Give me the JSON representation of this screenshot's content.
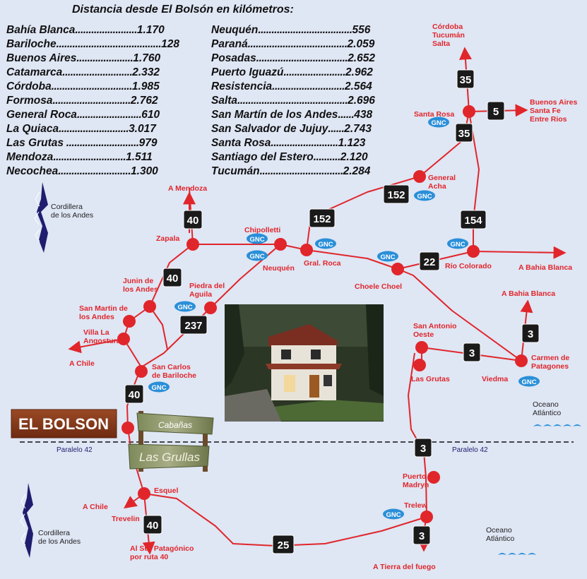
{
  "distance_table": {
    "title": "Distancia desde El Bolsón en kilómetros:",
    "left": [
      {
        "city": "Bahía Blanca",
        "km": "1.170"
      },
      {
        "city": "Bariloche",
        "km": "128"
      },
      {
        "city": "Buenos Aires",
        "km": "1.760"
      },
      {
        "city": "Catamarca",
        "km": "2.332"
      },
      {
        "city": "Córdoba",
        "km": "1.985"
      },
      {
        "city": "Formosa",
        "km": "2.762"
      },
      {
        "city": "General Roca",
        "km": "610"
      },
      {
        "city": "La Quiaca",
        "km": "3.017"
      },
      {
        "city": "Las Grutas",
        "km": "979"
      },
      {
        "city": "Mendoza",
        "km": "1.511"
      },
      {
        "city": "Necochea",
        "km": "1.300"
      }
    ],
    "right": [
      {
        "city": "Neuquén",
        "km": "556"
      },
      {
        "city": "Paraná",
        "km": "2.059"
      },
      {
        "city": "Posadas",
        "km": "2.652"
      },
      {
        "city": "Puerto Iguazú",
        "km": "2.962"
      },
      {
        "city": "Resistencia",
        "km": "2.564"
      },
      {
        "city": "Salta",
        "km": "2.696"
      },
      {
        "city": "San Martín de los Andes",
        "km": "438"
      },
      {
        "city": "San Salvador de Jujuy",
        "km": "2.743"
      },
      {
        "city": "Santa Rosa",
        "km": "1.123"
      },
      {
        "city": "Santiago del Estero",
        "km": "2.120"
      },
      {
        "city": "Tucumán",
        "km": "2.284"
      }
    ]
  },
  "mountains": {
    "top_label": [
      "Cordillera",
      "de los Andes"
    ],
    "bottom_label": [
      "Cordillera",
      "de los Andes"
    ]
  },
  "ocean": {
    "top_label": [
      "Oceano",
      "Atlántico"
    ],
    "bottom_label": [
      "Oceano",
      "Atlántico"
    ]
  },
  "parallel": {
    "left_label": "Paralelo 42",
    "right_label": "Paralelo 42"
  },
  "brand": {
    "main_sign": "EL BOLSON",
    "sign_top": "Cabañas",
    "sign_bottom": "Las Grullas"
  },
  "gnc_label": "GNC",
  "cities": [
    {
      "id": "santa-rosa",
      "lines": [
        "Santa Rosa"
      ]
    },
    {
      "id": "general-acha",
      "lines": [
        "General",
        "Acha"
      ]
    },
    {
      "id": "gral-roca",
      "lines": [
        "Gral. Roca"
      ]
    },
    {
      "id": "chipolletti",
      "lines": [
        "Chipolletti"
      ]
    },
    {
      "id": "neuquen",
      "lines": [
        "Neuquén"
      ]
    },
    {
      "id": "zapala",
      "lines": [
        "Zapala"
      ]
    },
    {
      "id": "junin",
      "lines": [
        "Junin de",
        "los Andes"
      ]
    },
    {
      "id": "san-martin",
      "lines": [
        "San Martin de",
        "los Andes"
      ]
    },
    {
      "id": "villa-la-angostura",
      "lines": [
        "Villa La",
        "Angostura"
      ]
    },
    {
      "id": "piedra-del-aguila",
      "lines": [
        "Piedra del",
        "Aguila"
      ]
    },
    {
      "id": "san-carlos-de-bariloche",
      "lines": [
        "San Carlos",
        "de Bariloche"
      ]
    },
    {
      "id": "choele-choel",
      "lines": [
        "Choele Choel"
      ]
    },
    {
      "id": "rio-colorado",
      "lines": [
        "Río Colorado"
      ]
    },
    {
      "id": "san-antonio-oeste",
      "lines": [
        "San Antonio",
        "Oeste"
      ]
    },
    {
      "id": "las-grutas",
      "lines": [
        "Las Grutas"
      ]
    },
    {
      "id": "viedma",
      "lines": [
        "Viedma"
      ]
    },
    {
      "id": "carmen-de-patagones",
      "lines": [
        "Carmen de",
        "Patagones"
      ]
    },
    {
      "id": "puerto-madryn",
      "lines": [
        "Puerto",
        "Madryn"
      ]
    },
    {
      "id": "trelew",
      "lines": [
        "Trelew"
      ]
    },
    {
      "id": "esquel",
      "lines": [
        "Esquel"
      ]
    },
    {
      "id": "trevelin",
      "lines": [
        "Trevelin"
      ]
    }
  ],
  "destinations": [
    {
      "id": "to-cordoba",
      "lines": [
        "Córdoba",
        "Tucumán",
        "Salta"
      ]
    },
    {
      "id": "to-buenos-aires",
      "lines": [
        "Buenos Aires",
        "Santa Fe",
        "Entre Rios"
      ]
    },
    {
      "id": "to-mendoza",
      "lines": [
        "A Mendoza"
      ]
    },
    {
      "id": "to-bahia-blanca-1",
      "lines": [
        "A Bahia Blanca"
      ]
    },
    {
      "id": "to-bahia-blanca-2",
      "lines": [
        "A Bahia Blanca"
      ]
    },
    {
      "id": "to-chile-1",
      "lines": [
        "A Chile"
      ]
    },
    {
      "id": "to-chile-2",
      "lines": [
        "A Chile"
      ]
    },
    {
      "id": "to-sur-patagonico",
      "lines": [
        "Al Sur Patagónico",
        "por ruta 40"
      ]
    },
    {
      "id": "to-tierra-del-fuego",
      "lines": [
        "A Tierra del fuego"
      ]
    }
  ],
  "routes": [
    {
      "id": "r35-top",
      "number": "35"
    },
    {
      "id": "r35-bottom",
      "number": "35"
    },
    {
      "id": "r5",
      "number": "5"
    },
    {
      "id": "r152-a",
      "number": "152"
    },
    {
      "id": "r152-b",
      "number": "152"
    },
    {
      "id": "r154",
      "number": "154"
    },
    {
      "id": "r22",
      "number": "22"
    },
    {
      "id": "r40-zapala",
      "number": "40"
    },
    {
      "id": "r40-junin",
      "number": "40"
    },
    {
      "id": "r237",
      "number": "237"
    },
    {
      "id": "r40-bolson",
      "number": "40"
    },
    {
      "id": "r3-viedma",
      "number": "3"
    },
    {
      "id": "r3-sao",
      "number": "3"
    },
    {
      "id": "r3-madryn",
      "number": "3"
    },
    {
      "id": "r3-trelew",
      "number": "3"
    },
    {
      "id": "r40-sur",
      "number": "40"
    },
    {
      "id": "r25",
      "number": "25"
    }
  ],
  "colors": {
    "road": "#e0262b",
    "city_dot": "#e0262b",
    "label": "#e0262b",
    "gnc": "#2a8fd8",
    "shield": "#1a1a1a",
    "mountain": "#1f1d6e",
    "background": "#dfe6f4",
    "sign_wood": "#8a3b1e"
  }
}
